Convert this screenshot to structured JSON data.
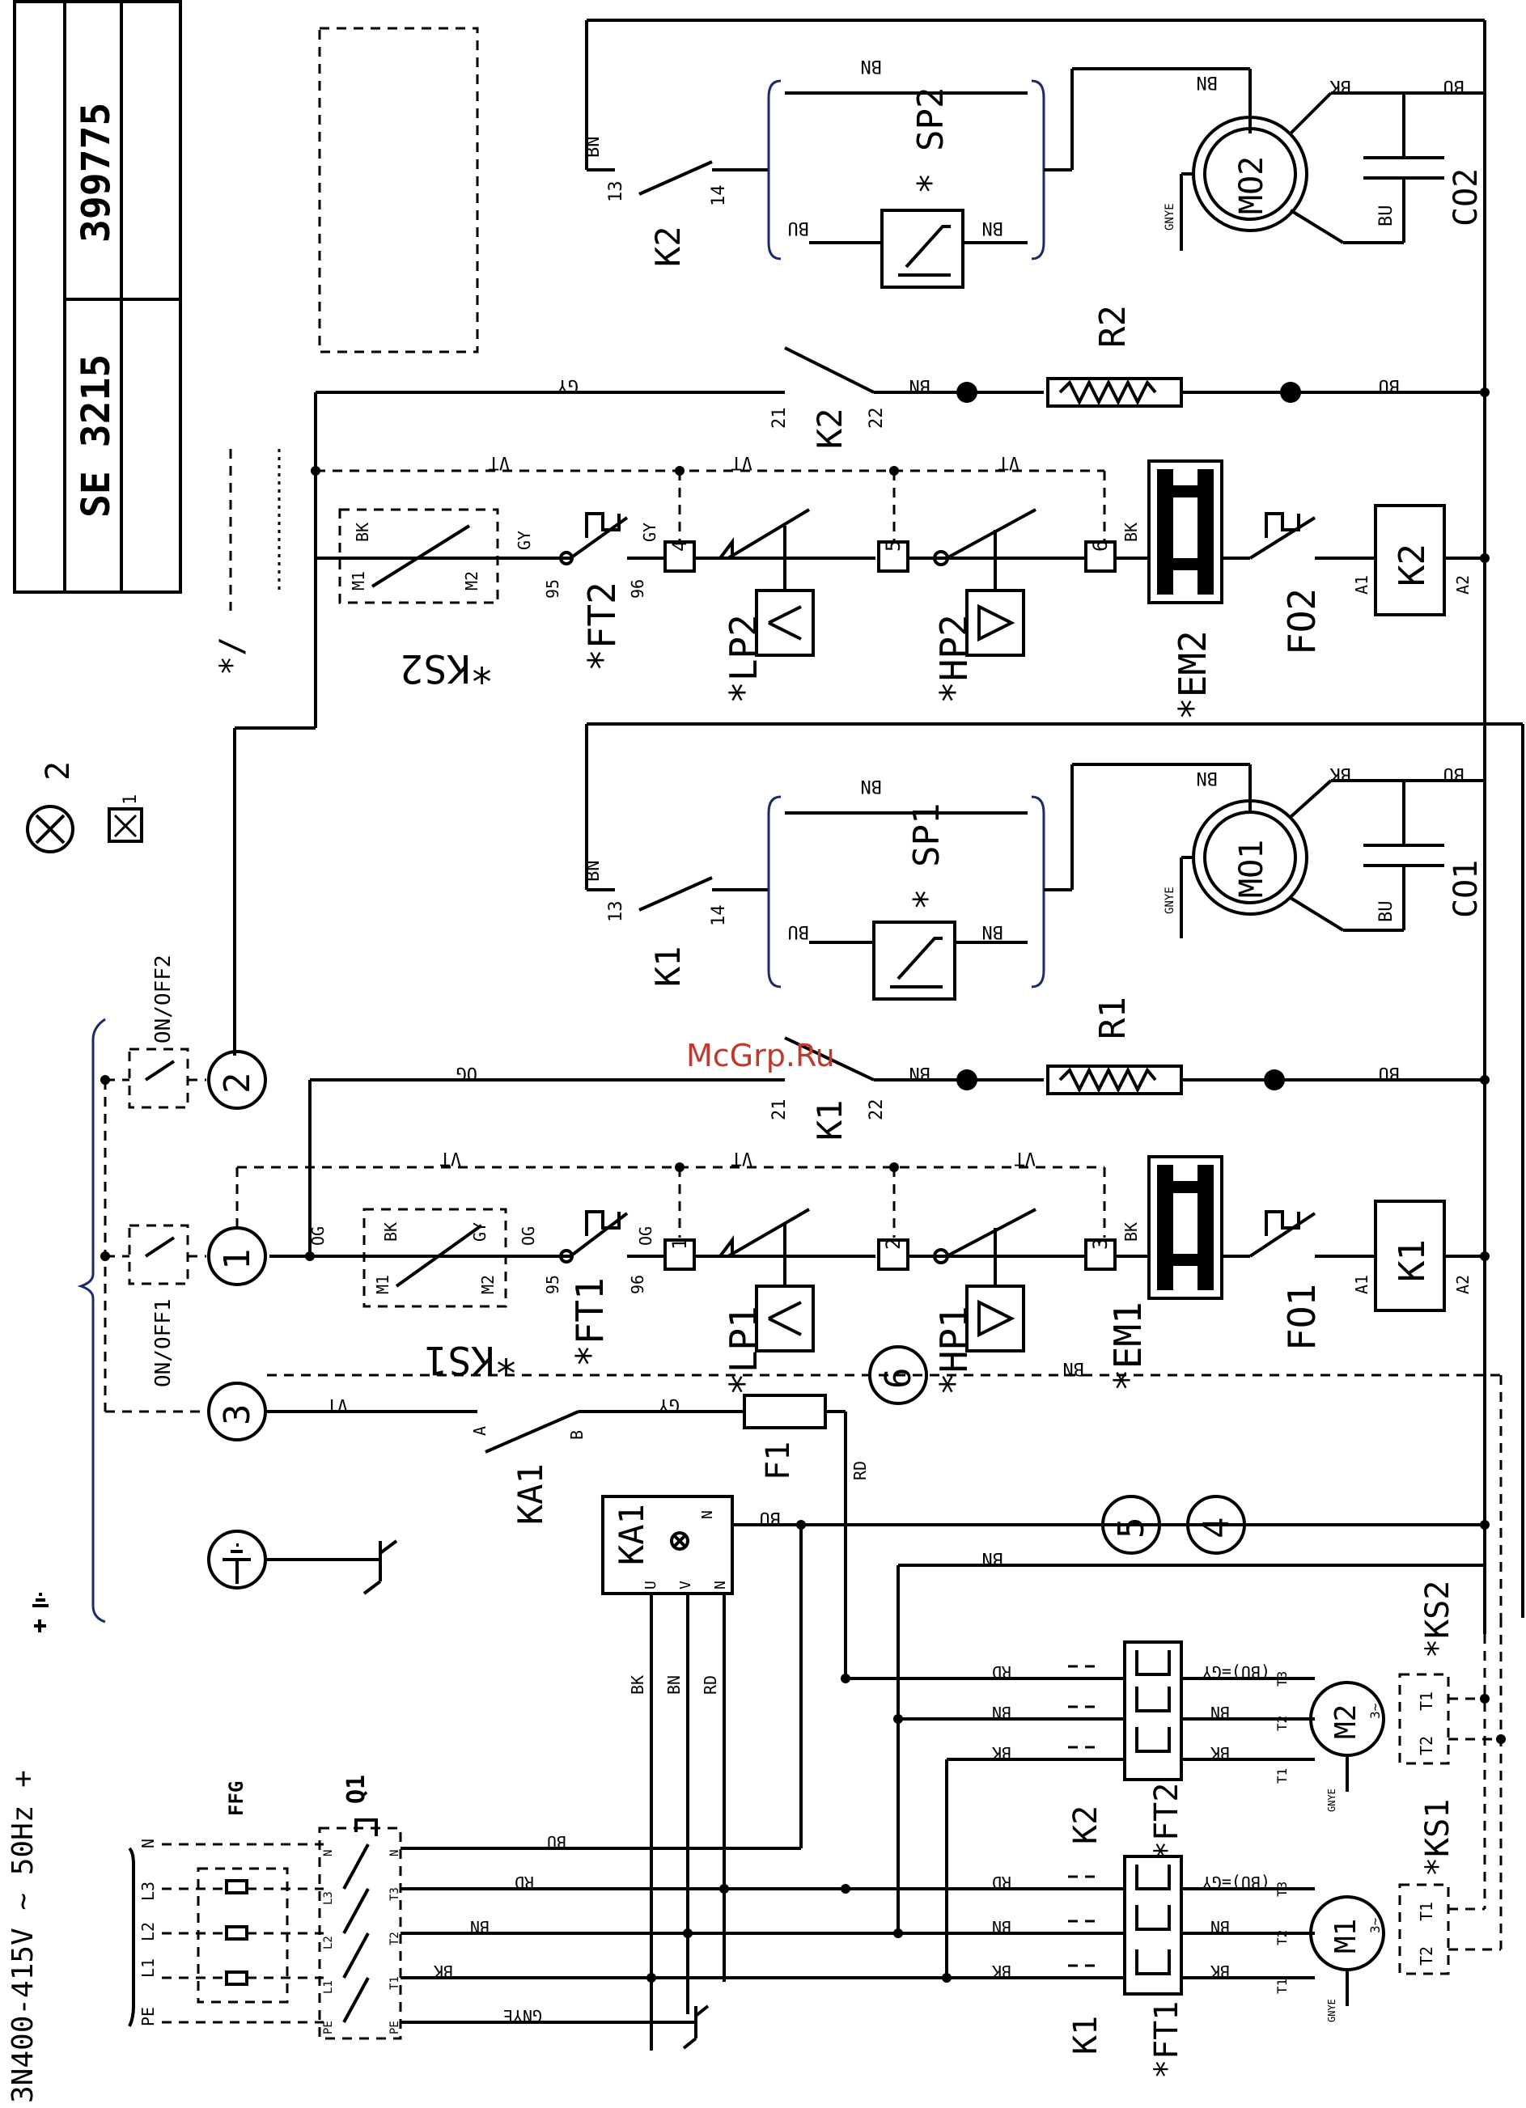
{
  "title_block": {
    "model": "SE 3215",
    "number": "399775"
  },
  "legend": {
    "optional": "*/",
    "notes": [
      "2",
      "1"
    ]
  },
  "supply": {
    "label": "3N400-415V ~ 50Hz +",
    "terminals": [
      "PE",
      "L1",
      "L2",
      "L3",
      "N"
    ],
    "filter": "FFG",
    "switch": "Q1",
    "q1_terminals": [
      "PE",
      "L1",
      "L2",
      "L3",
      "N",
      "PE",
      "T1",
      "T2",
      "T3",
      "N"
    ]
  },
  "wire_colors": {
    "bk": "BK",
    "bn": "BN",
    "rd": "RD",
    "bu": "BU",
    "gy": "GY",
    "vt": "VT",
    "og": "OG",
    "gnye": "GNYE",
    "bu_gy": "(BU)=GY"
  },
  "connectors": [
    "1",
    "2",
    "3",
    "4",
    "5",
    "6"
  ],
  "switch_labels": {
    "on_off1": "ON/OFF1",
    "on_off2": "ON/OFF2"
  },
  "phase_monitor": {
    "name": "KA1",
    "contact": "KA1",
    "terms": [
      "U",
      "V",
      "N",
      "N"
    ],
    "a": "A",
    "b": "B"
  },
  "fuse": "F1",
  "circuit1": {
    "ks": "*KS1",
    "ks_terms": [
      "M1",
      "M2",
      "BK",
      "GY"
    ],
    "ft": "*FT1",
    "ft_terms": [
      "95",
      "96"
    ],
    "lp": "*LP1",
    "hp": "*HP1",
    "em": "*EM1",
    "fo": "FO1",
    "coil": "K1",
    "coil_terms": [
      "A1",
      "A2"
    ],
    "numbered": [
      "1",
      "2",
      "3"
    ],
    "contact": "K1",
    "contact_terms": [
      "21",
      "22"
    ],
    "heater": "R1",
    "fan_contact": "K1",
    "fan_terms": [
      "13",
      "14"
    ],
    "sp": "* SP1",
    "motor": "MO1",
    "cap": "CO1"
  },
  "circuit2": {
    "ks": "*KS2",
    "ks_terms": [
      "M1",
      "M2",
      "BK",
      "GY"
    ],
    "ft": "*FT2",
    "ft_terms": [
      "95",
      "96"
    ],
    "lp": "*LP2",
    "hp": "*HP2",
    "em": "*EM2",
    "fo": "FO2",
    "coil": "K2",
    "coil_terms": [
      "A1",
      "A2"
    ],
    "numbered": [
      "4",
      "5",
      "6"
    ],
    "contact": "K2",
    "contact_terms": [
      "21",
      "22"
    ],
    "heater": "R2",
    "fan_contact": "K2",
    "fan_terms": [
      "13",
      "14"
    ],
    "sp": "* SP2",
    "motor": "MO2",
    "cap": "CO2"
  },
  "compressors": [
    {
      "contactor": "K1",
      "ft": "*FT1",
      "motor": "M1",
      "ks": "*KS1",
      "terms": [
        "T1",
        "T2",
        "T3"
      ],
      "sup": "3~"
    },
    {
      "contactor": "K2",
      "ft": "*FT2",
      "motor": "M2",
      "ks": "*KS2",
      "terms": [
        "T1",
        "T2",
        "T3"
      ],
      "sup": "3~"
    }
  ],
  "watermark": "McGrp.Ru"
}
